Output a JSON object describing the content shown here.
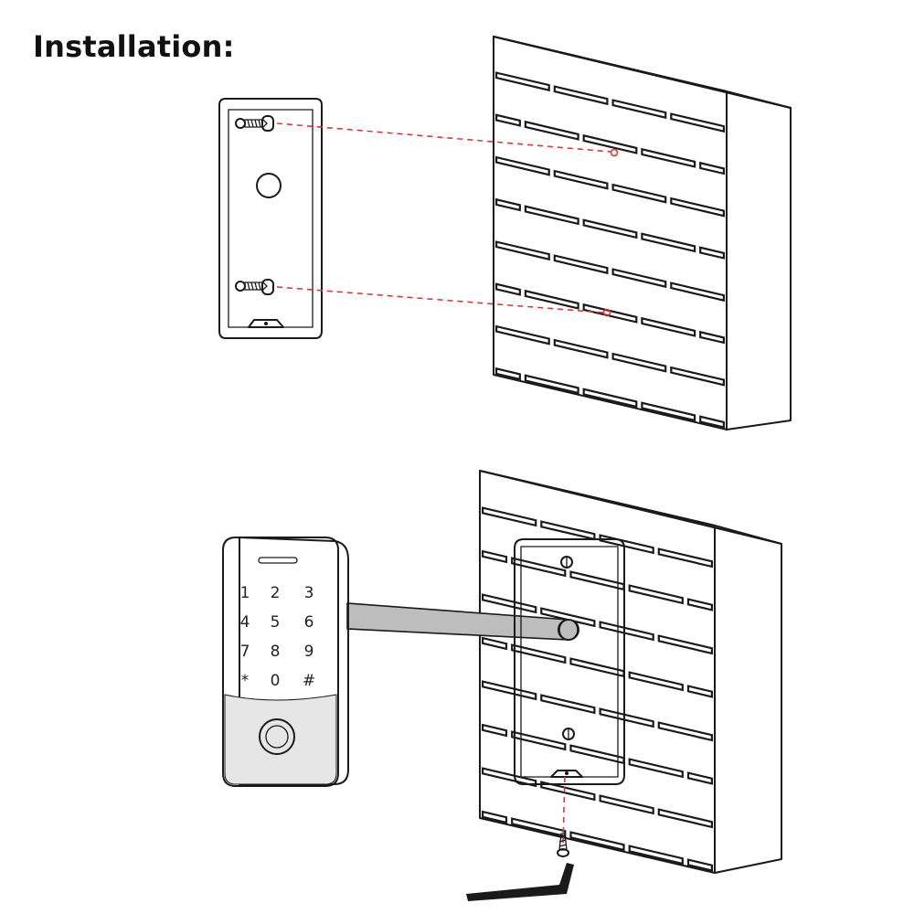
{
  "title": "Installation:",
  "keypad": {
    "keys": [
      "1",
      "2",
      "3",
      "4",
      "5",
      "6",
      "7",
      "8",
      "9",
      "*",
      "0",
      "#"
    ]
  },
  "colors": {
    "guide_line": "#d8383a",
    "line_art": "#1a1a1a",
    "panel_fill": "#f4f4f4",
    "cable": "#bdbdbd"
  }
}
